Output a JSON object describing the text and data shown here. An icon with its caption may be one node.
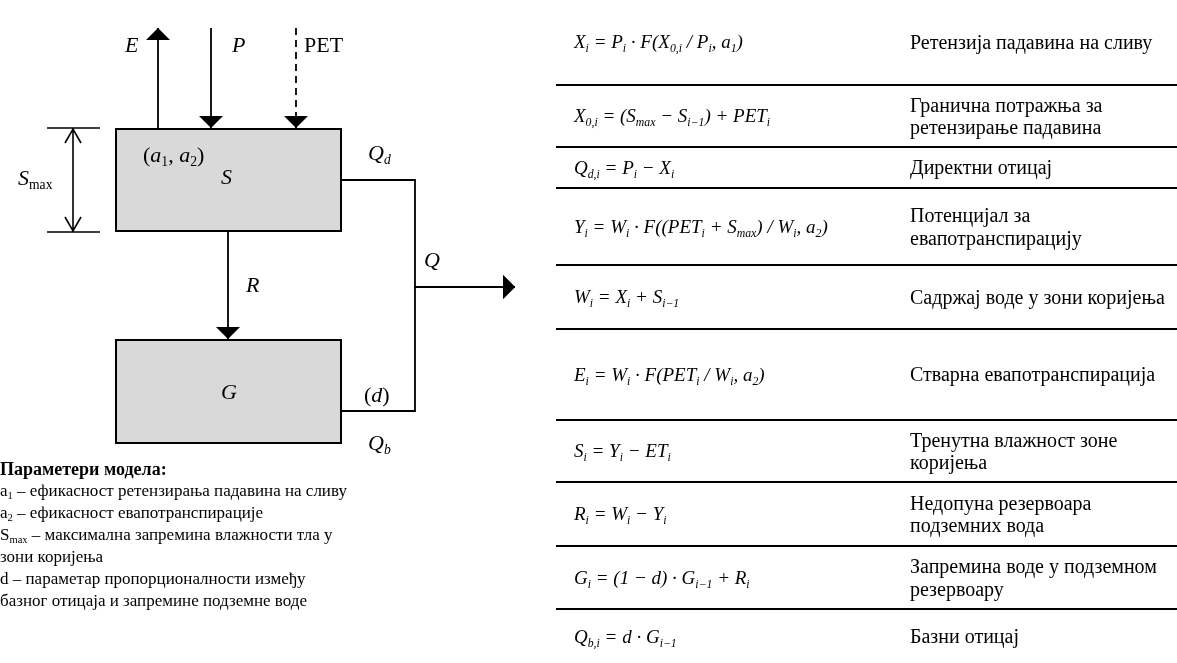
{
  "diagram": {
    "nodes": [
      {
        "text": [
          "(*a*$_{1}$, *a*$_{2}$)",
          "S"
        ]
      },
      {
        "text": [
          "G"
        ]
      }
    ],
    "edges": [
      {
        "from": 0,
        "to": null,
        "arrow": "to",
        "label": "E"
      },
      {
        "from": null,
        "to": 0,
        "arrow": "to",
        "label": "P"
      },
      {
        "from": null,
        "to": 0,
        "arrow": "to",
        "label": "PET",
        "style": "dashed"
      },
      {
        "from": 0,
        "to": 1,
        "arrow": "to",
        "label": "R"
      },
      {
        "from": 0,
        "to": null,
        "arrow": "to",
        "label": "Q$_{d}$"
      },
      {
        "from": 1,
        "to": null,
        "arrow": "to",
        "label": "Q$_{b}$"
      }
    ],
    "labels": [
      "*S*$_{max}$",
      "Q",
      "(*d*)",
      "X$_{i}$ = P$_{i}$ · F(X$_{0,i}$ / P$_{i}$, a$_{1}$)",
      "Ретензија падавина на сливу",
      "X$_{0,i}$ = (S$_{max}$ − S$_{i−1}$) + PET$_{i}$",
      "Гранична потражња за ретензирање падавина",
      "Q$_{d,i}$ = P$_{i}$ − X$_{i}$",
      "Директни отицај",
      "Y$_{i}$ = W$_{i}$ · F((PET$_{i}$ + S$_{max}$) / W$_{i}$, a$_{2}$)",
      "Потенцијал за евапотранспирацију",
      "W$_{i}$ = X$_{i}$ + S$_{i−1}$",
      "Садржај воде у зони коријења",
      "E$_{i}$ = W$_{i}$ · F(PET$_{i}$ / W$_{i}$, a$_{2}$)",
      "Стварна евапотранспирација",
      "S$_{i}$ = Y$_{i}$ − ET$_{i}$",
      "Тренутна влажност зоне коријења",
      "R$_{i}$ = W$_{i}$ − Y$_{i}$",
      "Недопуна резервоара подземних вода",
      "G$_{i}$ = (1 − d) · G$_{i−1}$ + R$_{i}$",
      "Запремина воде у подземном резервоару",
      "Q$_{b,i}$ = d · G$_{i−1}$",
      "Базни отицај",
      "Параметери модела:",
      "a$_{1}$ – ефикасност ретензирања падавина на сливу",
      "a$_{2}$ – ефикасност евапотранспирације",
      "S$_{max}$ – максимална запремина влажности тла у зони коријења",
      "d – параметар пропорционалности између базног отицаја и запремине подземне воде"
    ]
  }
}
